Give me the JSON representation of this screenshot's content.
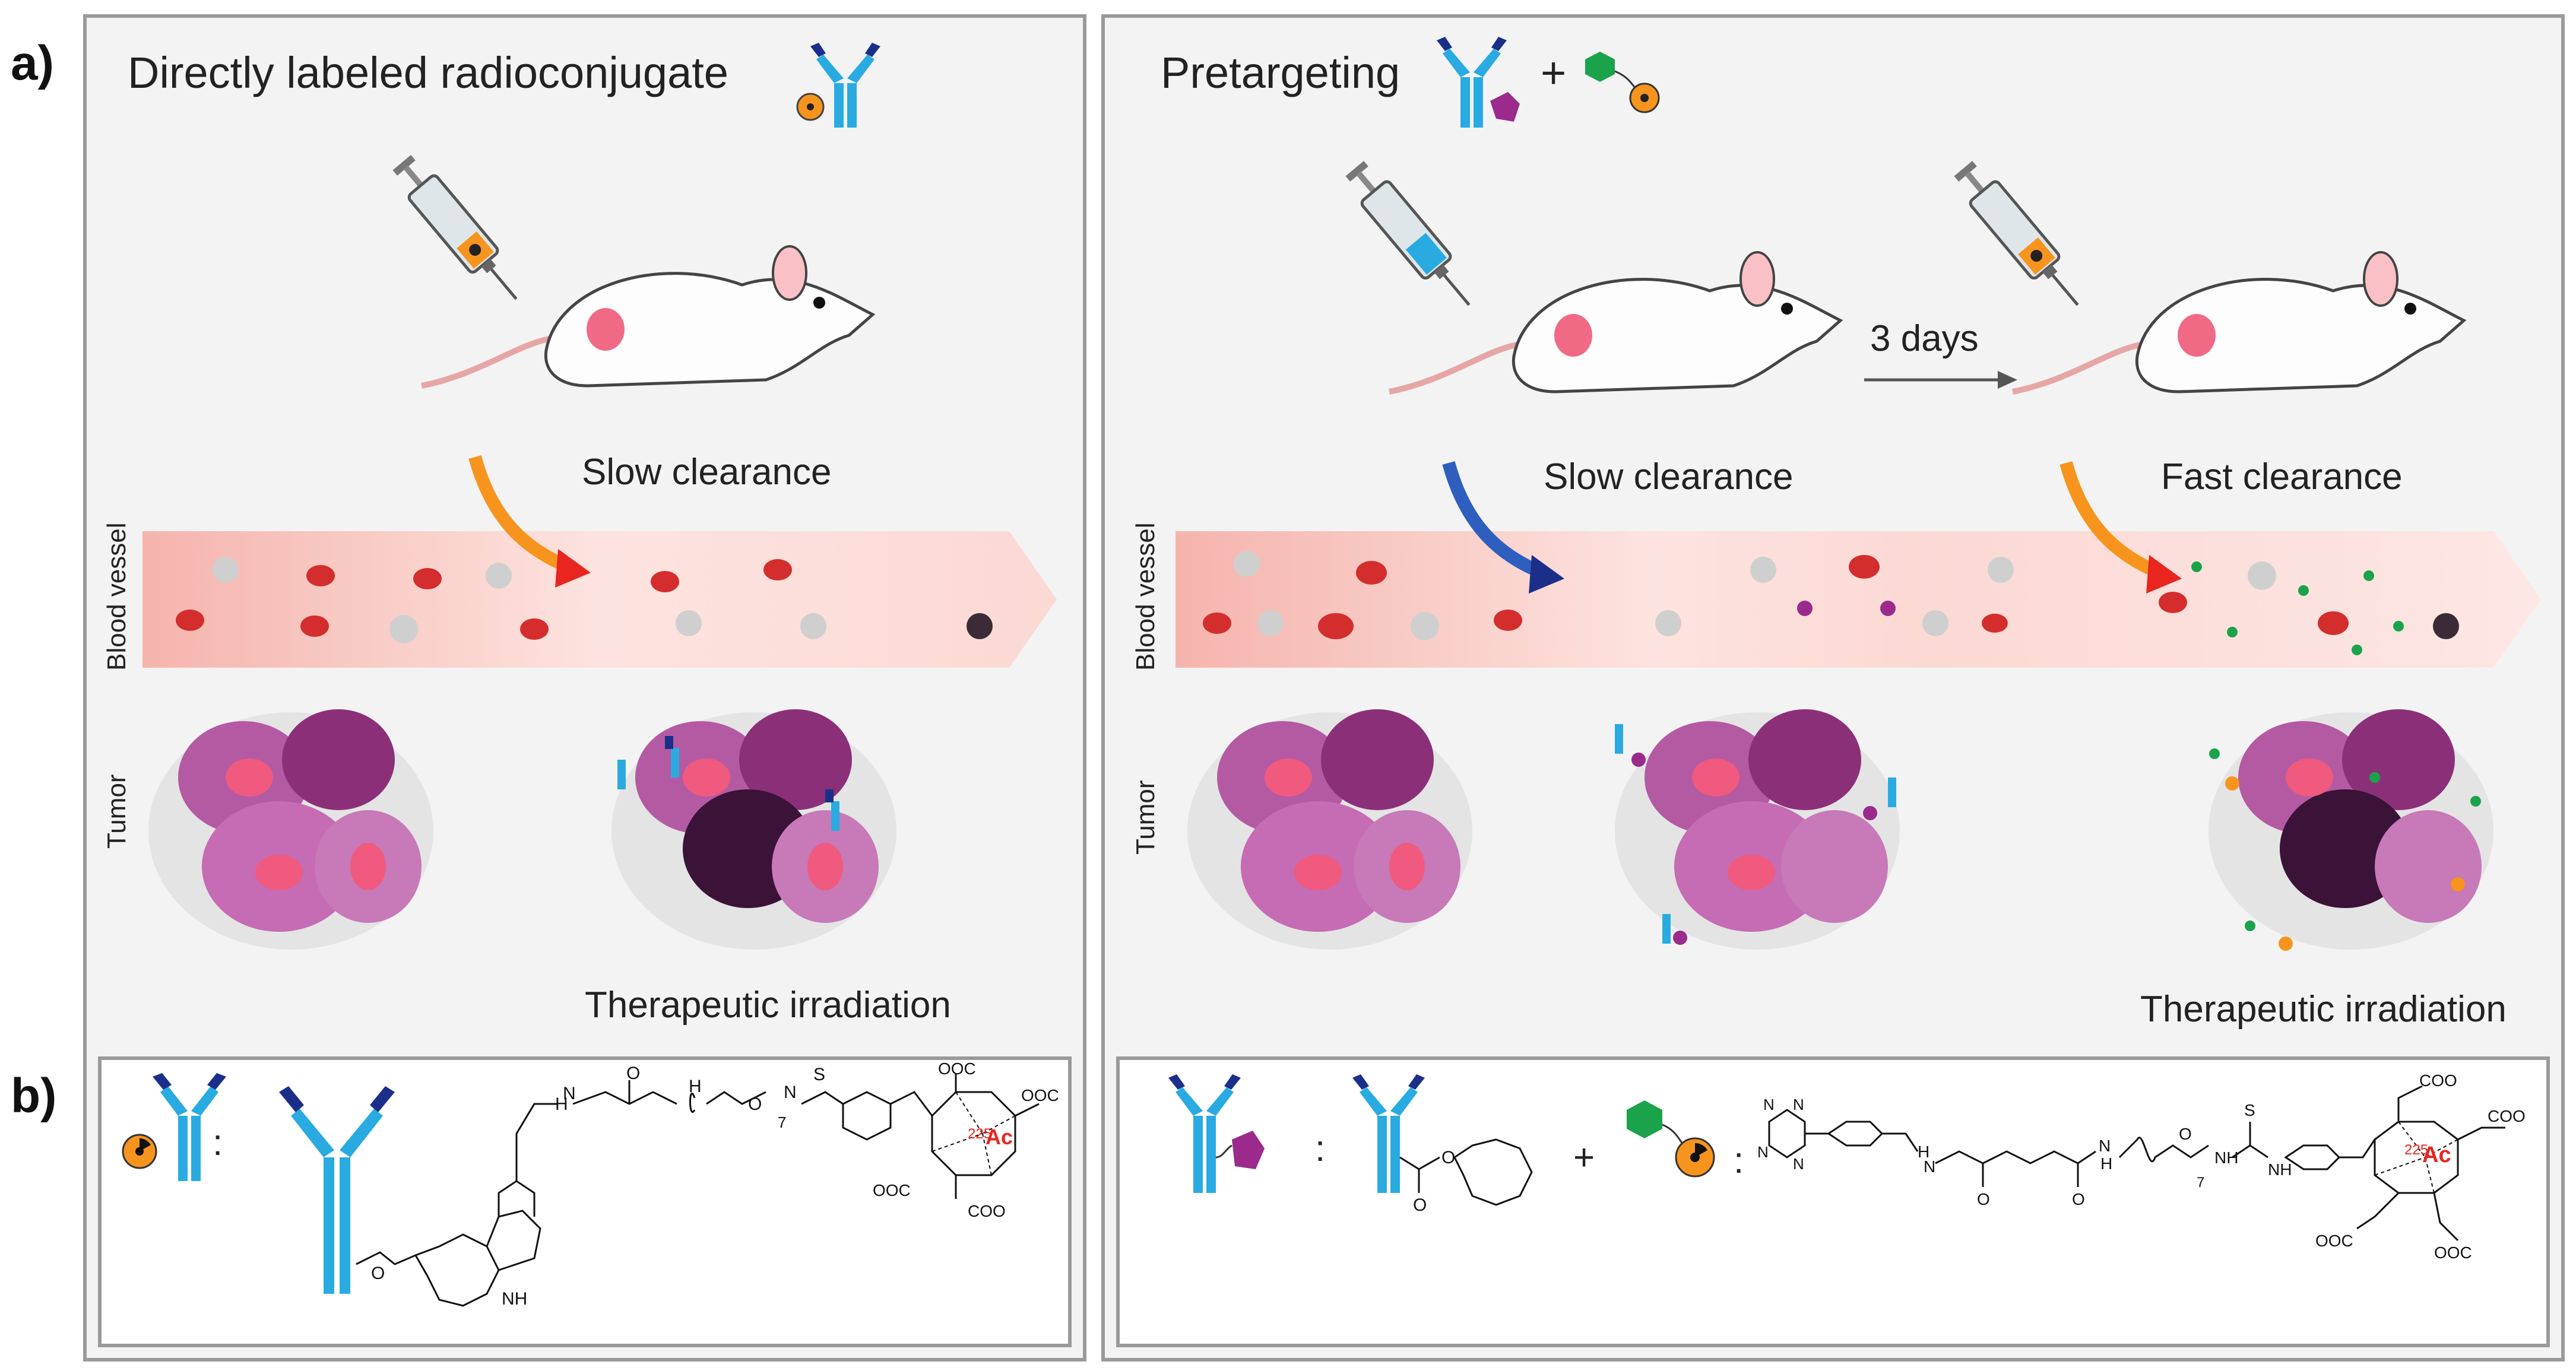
{
  "panel_labels": {
    "a": "a)",
    "b": "b)"
  },
  "left_panel": {
    "title": "Directly labeled radioconjugate",
    "caption_clearance": "Slow clearance",
    "caption_irradiation": "Therapeutic irradiation",
    "label_vessel": "Blood vessel",
    "label_tumor": "Tumor"
  },
  "right_panel": {
    "title": "Pretargeting",
    "title_plus": "+",
    "interval_label": "3 days",
    "caption_slow": "Slow clearance",
    "caption_fast": "Fast clearance",
    "caption_irradiation": "Therapeutic irradiation",
    "label_vessel": "Blood vessel",
    "label_tumor": "Tumor"
  },
  "chemistry": {
    "colon": ":",
    "plus": "+",
    "radionuclide_mass": "225",
    "radionuclide_symbol": "Ac",
    "carboxylate": "COO",
    "carboxylate_rev": "OOC",
    "atom_N": "N",
    "atom_NH": "NH",
    "atom_H": "H",
    "atom_O": "O",
    "atom_S": "S",
    "repeat_n": "7"
  },
  "colors": {
    "antibody_light": "#29abe2",
    "antibody_dark": "#1b2f8a",
    "tco_magenta": "#9b2a8c",
    "tetrazine_green": "#1aa34a",
    "radionuclide_orange": "#f7941d",
    "actinium_red": "#e8251f",
    "vessel_pink": "#f7c9c2",
    "tumor_purple": "#b45aa3"
  }
}
